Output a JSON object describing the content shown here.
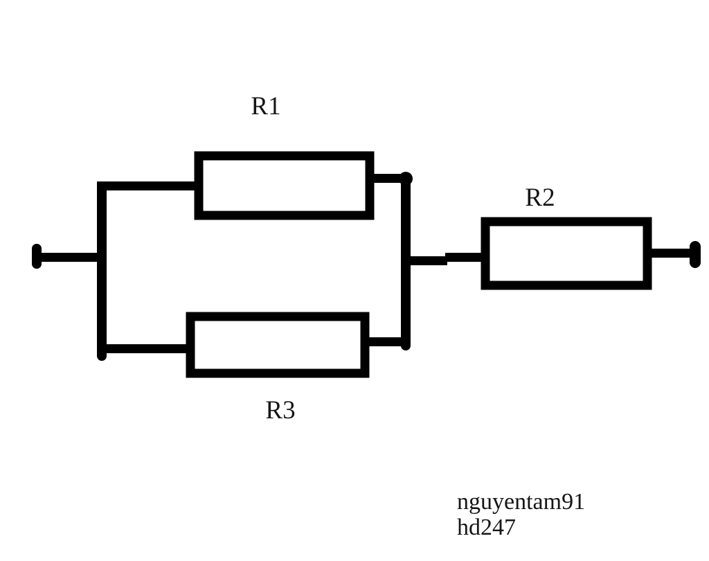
{
  "diagram": {
    "kind": "circuit",
    "components": [
      {
        "id": "r1",
        "label": "R1",
        "type": "resistor"
      },
      {
        "id": "r2",
        "label": "R2",
        "type": "resistor"
      },
      {
        "id": "r3",
        "label": "R3",
        "type": "resistor"
      }
    ]
  },
  "watermark": {
    "line1": "nguyentam91",
    "line2": "hd247"
  },
  "colors": {
    "stroke": "#000000",
    "background": "#ffffff",
    "text": "#161616"
  }
}
